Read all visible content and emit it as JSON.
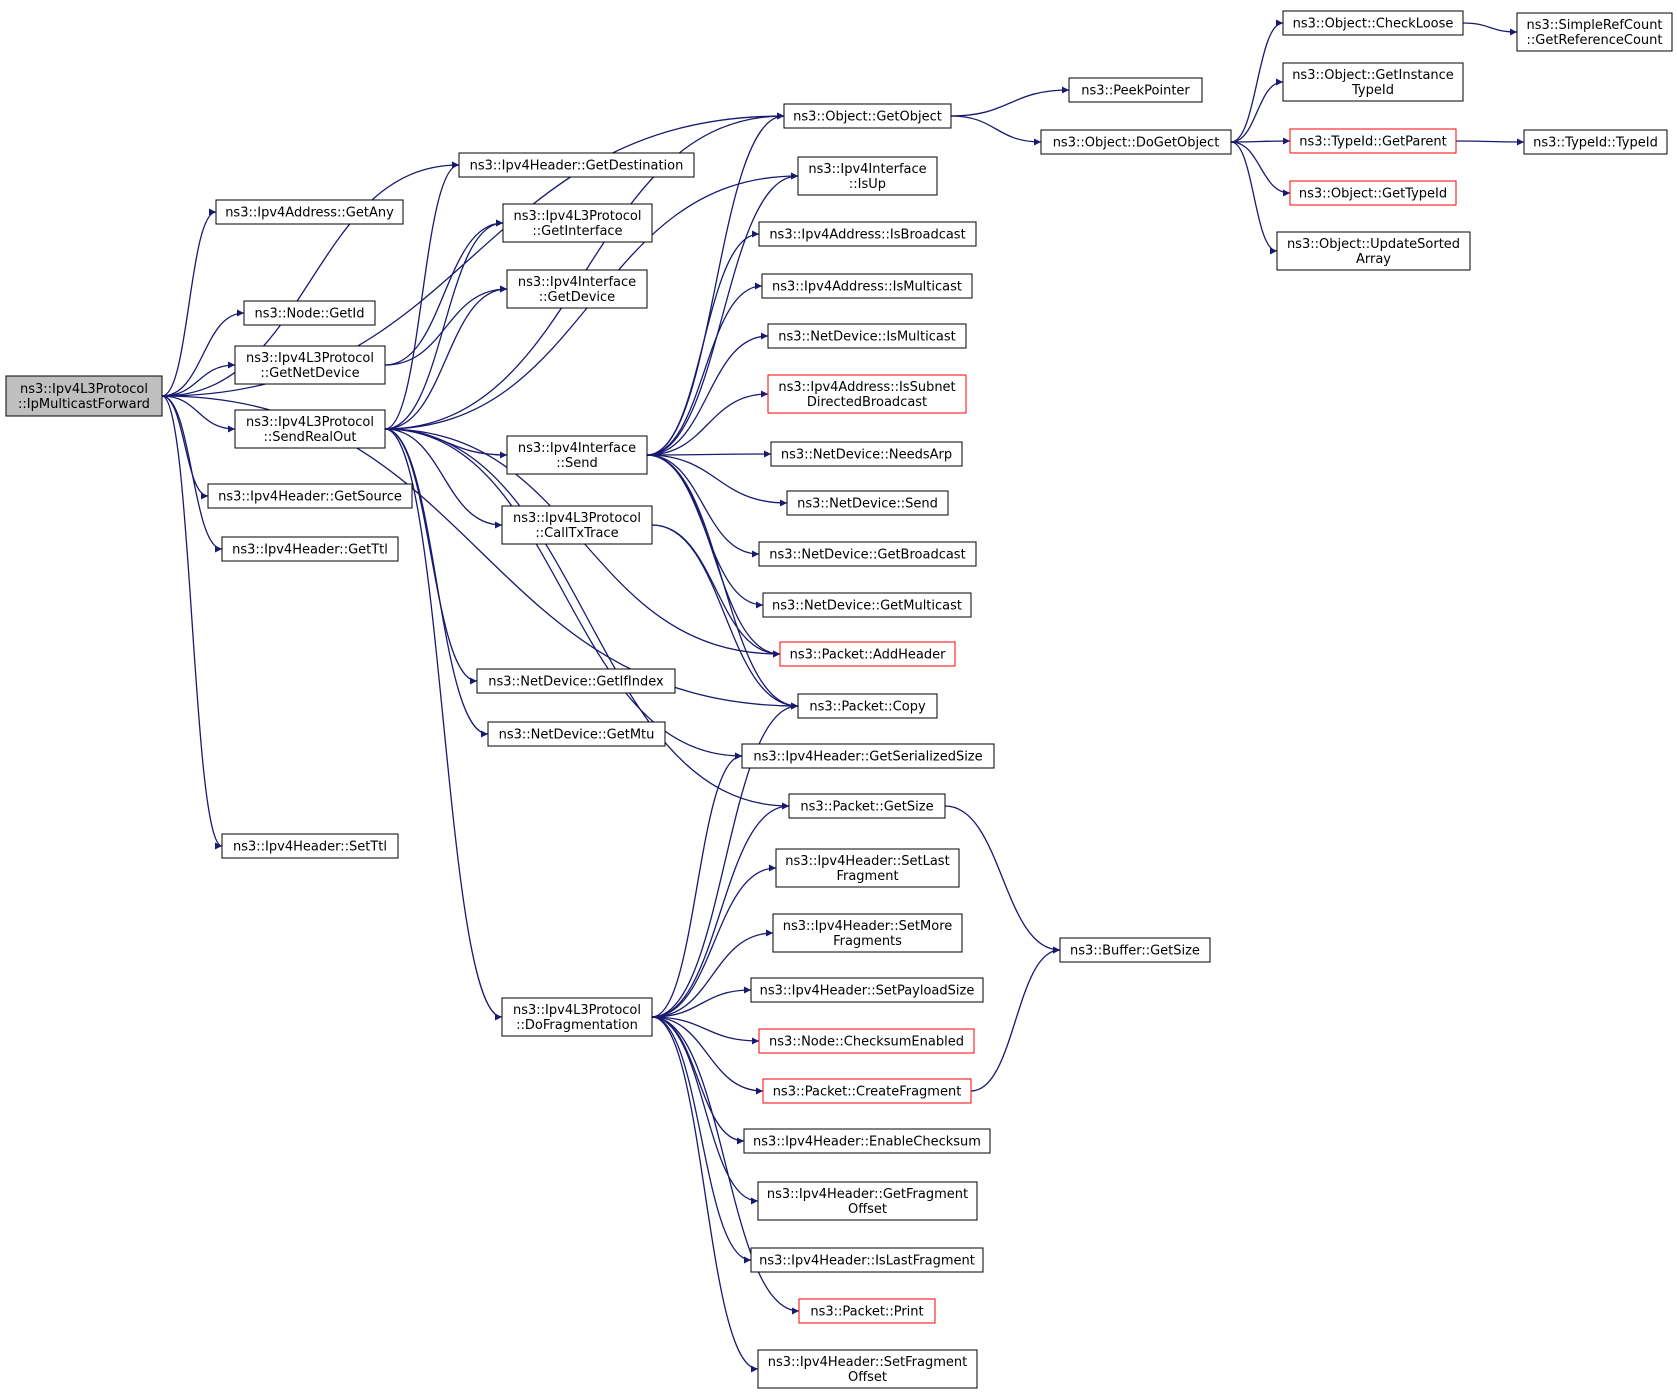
{
  "colors": {
    "edge": "#191970",
    "node_border": "#000000",
    "highlight_border": "#ff0000",
    "root_fill": "#bfbfbf",
    "node_fill": "#ffffff"
  },
  "nodes": [
    {
      "id": "root",
      "lines": [
        "ns3::Ipv4L3Protocol",
        "::IpMulticastForward"
      ],
      "style": "root"
    },
    {
      "id": "getany",
      "lines": [
        "ns3::Ipv4Address::GetAny"
      ]
    },
    {
      "id": "getid",
      "lines": [
        "ns3::Node::GetId"
      ]
    },
    {
      "id": "getnetdev",
      "lines": [
        "ns3::Ipv4L3Protocol",
        "::GetNetDevice"
      ]
    },
    {
      "id": "sendrealout",
      "lines": [
        "ns3::Ipv4L3Protocol",
        "::SendRealOut"
      ]
    },
    {
      "id": "getsource",
      "lines": [
        "ns3::Ipv4Header::GetSource"
      ]
    },
    {
      "id": "getttl",
      "lines": [
        "ns3::Ipv4Header::GetTtl"
      ]
    },
    {
      "id": "setttl",
      "lines": [
        "ns3::Ipv4Header::SetTtl"
      ]
    },
    {
      "id": "getdest",
      "lines": [
        "ns3::Ipv4Header::GetDestination"
      ]
    },
    {
      "id": "getinterface",
      "lines": [
        "ns3::Ipv4L3Protocol",
        "::GetInterface"
      ]
    },
    {
      "id": "ifgetdevice",
      "lines": [
        "ns3::Ipv4Interface",
        "::GetDevice"
      ]
    },
    {
      "id": "ifsend",
      "lines": [
        "ns3::Ipv4Interface",
        "::Send"
      ]
    },
    {
      "id": "calltxtrace",
      "lines": [
        "ns3::Ipv4L3Protocol",
        "::CallTxTrace"
      ]
    },
    {
      "id": "getifindex",
      "lines": [
        "ns3::NetDevice::GetIfIndex"
      ]
    },
    {
      "id": "getmtu",
      "lines": [
        "ns3::NetDevice::GetMtu"
      ]
    },
    {
      "id": "dofrag",
      "lines": [
        "ns3::Ipv4L3Protocol",
        "::DoFragmentation"
      ]
    },
    {
      "id": "getobject",
      "lines": [
        "ns3::Object::GetObject"
      ]
    },
    {
      "id": "isup",
      "lines": [
        "ns3::Ipv4Interface",
        "::IsUp"
      ]
    },
    {
      "id": "isbroadcast",
      "lines": [
        "ns3::Ipv4Address::IsBroadcast"
      ]
    },
    {
      "id": "ismulticast",
      "lines": [
        "ns3::Ipv4Address::IsMulticast"
      ]
    },
    {
      "id": "ndismulticast",
      "lines": [
        "ns3::NetDevice::IsMulticast"
      ]
    },
    {
      "id": "issubnet",
      "lines": [
        "ns3::Ipv4Address::IsSubnet",
        "DirectedBroadcast"
      ],
      "style": "red"
    },
    {
      "id": "needsarp",
      "lines": [
        "ns3::NetDevice::NeedsArp"
      ]
    },
    {
      "id": "ndsend",
      "lines": [
        "ns3::NetDevice::Send"
      ]
    },
    {
      "id": "getbroadcast",
      "lines": [
        "ns3::NetDevice::GetBroadcast"
      ]
    },
    {
      "id": "getmulticast",
      "lines": [
        "ns3::NetDevice::GetMulticast"
      ]
    },
    {
      "id": "addheader",
      "lines": [
        "ns3::Packet::AddHeader"
      ],
      "style": "red"
    },
    {
      "id": "copy",
      "lines": [
        "ns3::Packet::Copy"
      ]
    },
    {
      "id": "getserialized",
      "lines": [
        "ns3::Ipv4Header::GetSerializedSize"
      ]
    },
    {
      "id": "pktgetsize",
      "lines": [
        "ns3::Packet::GetSize"
      ]
    },
    {
      "id": "setlastfrag",
      "lines": [
        "ns3::Ipv4Header::SetLast",
        "Fragment"
      ]
    },
    {
      "id": "setmorefrag",
      "lines": [
        "ns3::Ipv4Header::SetMore",
        "Fragments"
      ]
    },
    {
      "id": "setpayload",
      "lines": [
        "ns3::Ipv4Header::SetPayloadSize"
      ]
    },
    {
      "id": "checksumenabled",
      "lines": [
        "ns3::Node::ChecksumEnabled"
      ],
      "style": "red"
    },
    {
      "id": "createfrag",
      "lines": [
        "ns3::Packet::CreateFragment"
      ],
      "style": "red"
    },
    {
      "id": "enablechecksum",
      "lines": [
        "ns3::Ipv4Header::EnableChecksum"
      ]
    },
    {
      "id": "getfragoffset",
      "lines": [
        "ns3::Ipv4Header::GetFragment",
        "Offset"
      ]
    },
    {
      "id": "islastfrag",
      "lines": [
        "ns3::Ipv4Header::IsLastFragment"
      ]
    },
    {
      "id": "print",
      "lines": [
        "ns3::Packet::Print"
      ],
      "style": "red"
    },
    {
      "id": "setfragoffset",
      "lines": [
        "ns3::Ipv4Header::SetFragment",
        "Offset"
      ]
    },
    {
      "id": "peekpointer",
      "lines": [
        "ns3::PeekPointer"
      ]
    },
    {
      "id": "dogetobject",
      "lines": [
        "ns3::Object::DoGetObject"
      ]
    },
    {
      "id": "checkloose",
      "lines": [
        "ns3::Object::CheckLoose"
      ]
    },
    {
      "id": "getinstance",
      "lines": [
        "ns3::Object::GetInstance",
        "TypeId"
      ]
    },
    {
      "id": "getparent",
      "lines": [
        "ns3::TypeId::GetParent"
      ],
      "style": "red"
    },
    {
      "id": "gettypeid",
      "lines": [
        "ns3::Object::GetTypeId"
      ],
      "style": "red"
    },
    {
      "id": "updatesorted",
      "lines": [
        "ns3::Object::UpdateSorted",
        "Array"
      ]
    },
    {
      "id": "getrefcount",
      "lines": [
        "ns3::SimpleRefCount",
        "::GetReferenceCount"
      ]
    },
    {
      "id": "typeid",
      "lines": [
        "ns3::TypeId::TypeId"
      ]
    },
    {
      "id": "buffergetsize",
      "lines": [
        "ns3::Buffer::GetSize"
      ]
    }
  ],
  "edges": [
    [
      "root",
      "getobject"
    ],
    [
      "root",
      "getany"
    ],
    [
      "root",
      "getdest"
    ],
    [
      "root",
      "getid"
    ],
    [
      "root",
      "getnetdev"
    ],
    [
      "root",
      "sendrealout"
    ],
    [
      "root",
      "getsource"
    ],
    [
      "root",
      "getttl"
    ],
    [
      "root",
      "copy"
    ],
    [
      "root",
      "setttl"
    ],
    [
      "getnetdev",
      "getinterface"
    ],
    [
      "getnetdev",
      "ifgetdevice"
    ],
    [
      "sendrealout",
      "getdest"
    ],
    [
      "sendrealout",
      "getinterface"
    ],
    [
      "sendrealout",
      "ifgetdevice"
    ],
    [
      "sendrealout",
      "getobject"
    ],
    [
      "sendrealout",
      "isup"
    ],
    [
      "sendrealout",
      "ifsend"
    ],
    [
      "sendrealout",
      "calltxtrace"
    ],
    [
      "sendrealout",
      "getifindex"
    ],
    [
      "sendrealout",
      "getmtu"
    ],
    [
      "sendrealout",
      "dofrag"
    ],
    [
      "sendrealout",
      "addheader"
    ],
    [
      "sendrealout",
      "getserialized"
    ],
    [
      "sendrealout",
      "pktgetsize"
    ],
    [
      "ifsend",
      "getobject"
    ],
    [
      "ifsend",
      "isup"
    ],
    [
      "ifsend",
      "isbroadcast"
    ],
    [
      "ifsend",
      "ismulticast"
    ],
    [
      "ifsend",
      "ndismulticast"
    ],
    [
      "ifsend",
      "issubnet"
    ],
    [
      "ifsend",
      "needsarp"
    ],
    [
      "ifsend",
      "ndsend"
    ],
    [
      "ifsend",
      "getbroadcast"
    ],
    [
      "ifsend",
      "getmulticast"
    ],
    [
      "ifsend",
      "addheader"
    ],
    [
      "ifsend",
      "copy"
    ],
    [
      "calltxtrace",
      "addheader"
    ],
    [
      "calltxtrace",
      "copy"
    ],
    [
      "dofrag",
      "copy"
    ],
    [
      "dofrag",
      "getserialized"
    ],
    [
      "dofrag",
      "pktgetsize"
    ],
    [
      "dofrag",
      "setlastfrag"
    ],
    [
      "dofrag",
      "setmorefrag"
    ],
    [
      "dofrag",
      "setpayload"
    ],
    [
      "dofrag",
      "checksumenabled"
    ],
    [
      "dofrag",
      "createfrag"
    ],
    [
      "dofrag",
      "enablechecksum"
    ],
    [
      "dofrag",
      "getfragoffset"
    ],
    [
      "dofrag",
      "islastfrag"
    ],
    [
      "dofrag",
      "print"
    ],
    [
      "dofrag",
      "setfragoffset"
    ],
    [
      "getobject",
      "peekpointer"
    ],
    [
      "getobject",
      "dogetobject"
    ],
    [
      "dogetobject",
      "checkloose"
    ],
    [
      "dogetobject",
      "getinstance"
    ],
    [
      "dogetobject",
      "getparent"
    ],
    [
      "dogetobject",
      "gettypeid"
    ],
    [
      "dogetobject",
      "updatesorted"
    ],
    [
      "checkloose",
      "getrefcount"
    ],
    [
      "getparent",
      "typeid"
    ],
    [
      "pktgetsize",
      "buffergetsize"
    ],
    [
      "createfrag",
      "buffergetsize"
    ]
  ]
}
